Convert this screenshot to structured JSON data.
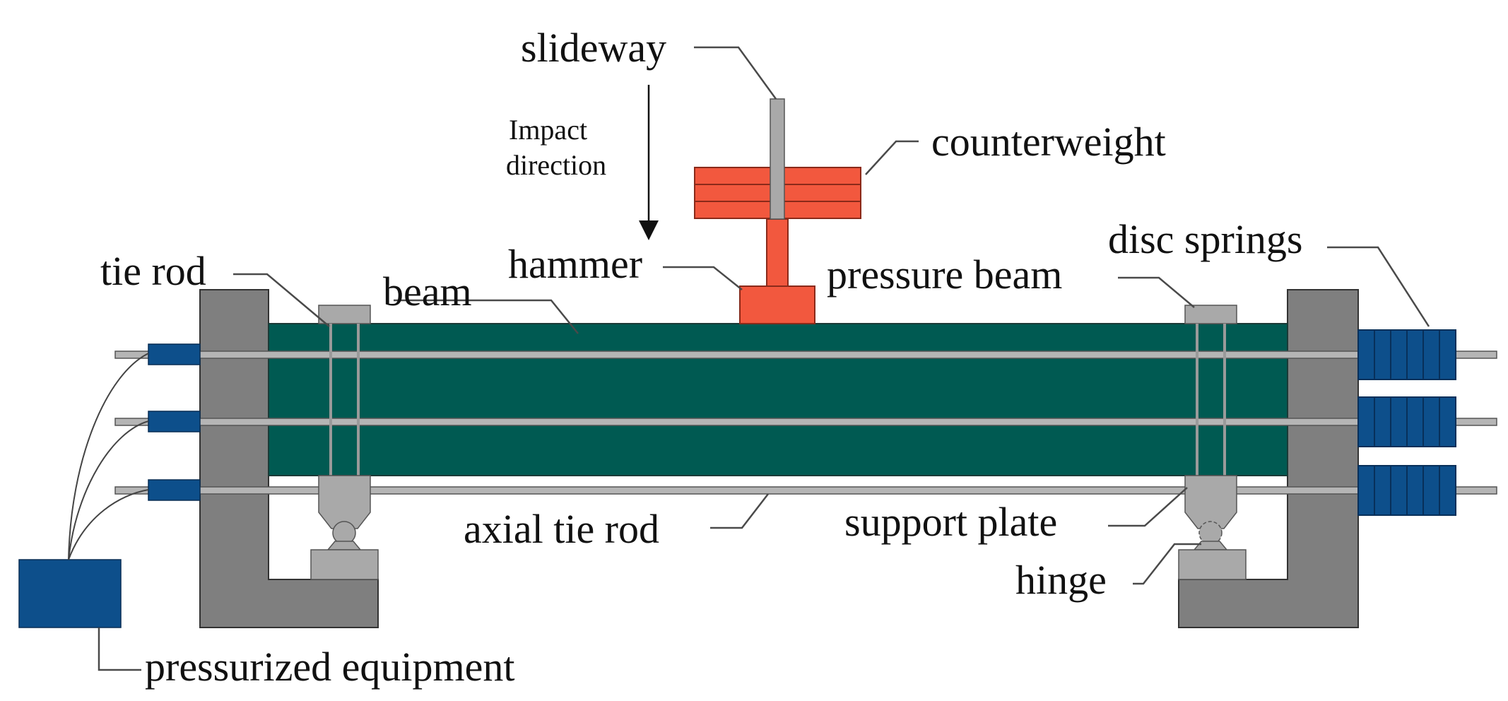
{
  "labels": {
    "slideway": "slideway",
    "impact_line1": "Impact",
    "impact_line2": "direction",
    "counterweight": "counterweight",
    "tie_rod": "tie rod",
    "beam": "beam",
    "hammer": "hammer",
    "pressure_beam": "pressure beam",
    "disc_springs": "disc springs",
    "axial_tie_rod": "axial tie rod",
    "support_plate": "support plate",
    "hinge": "hinge",
    "pressurized_equipment": "pressurized equipment"
  },
  "colors": {
    "beam": "#005a52",
    "frame": "#7f7f7f",
    "hammer": "#f2583e",
    "springs": "#0d4f8b",
    "rod": "#b5b5b5",
    "plate": "#a9a9a9"
  }
}
